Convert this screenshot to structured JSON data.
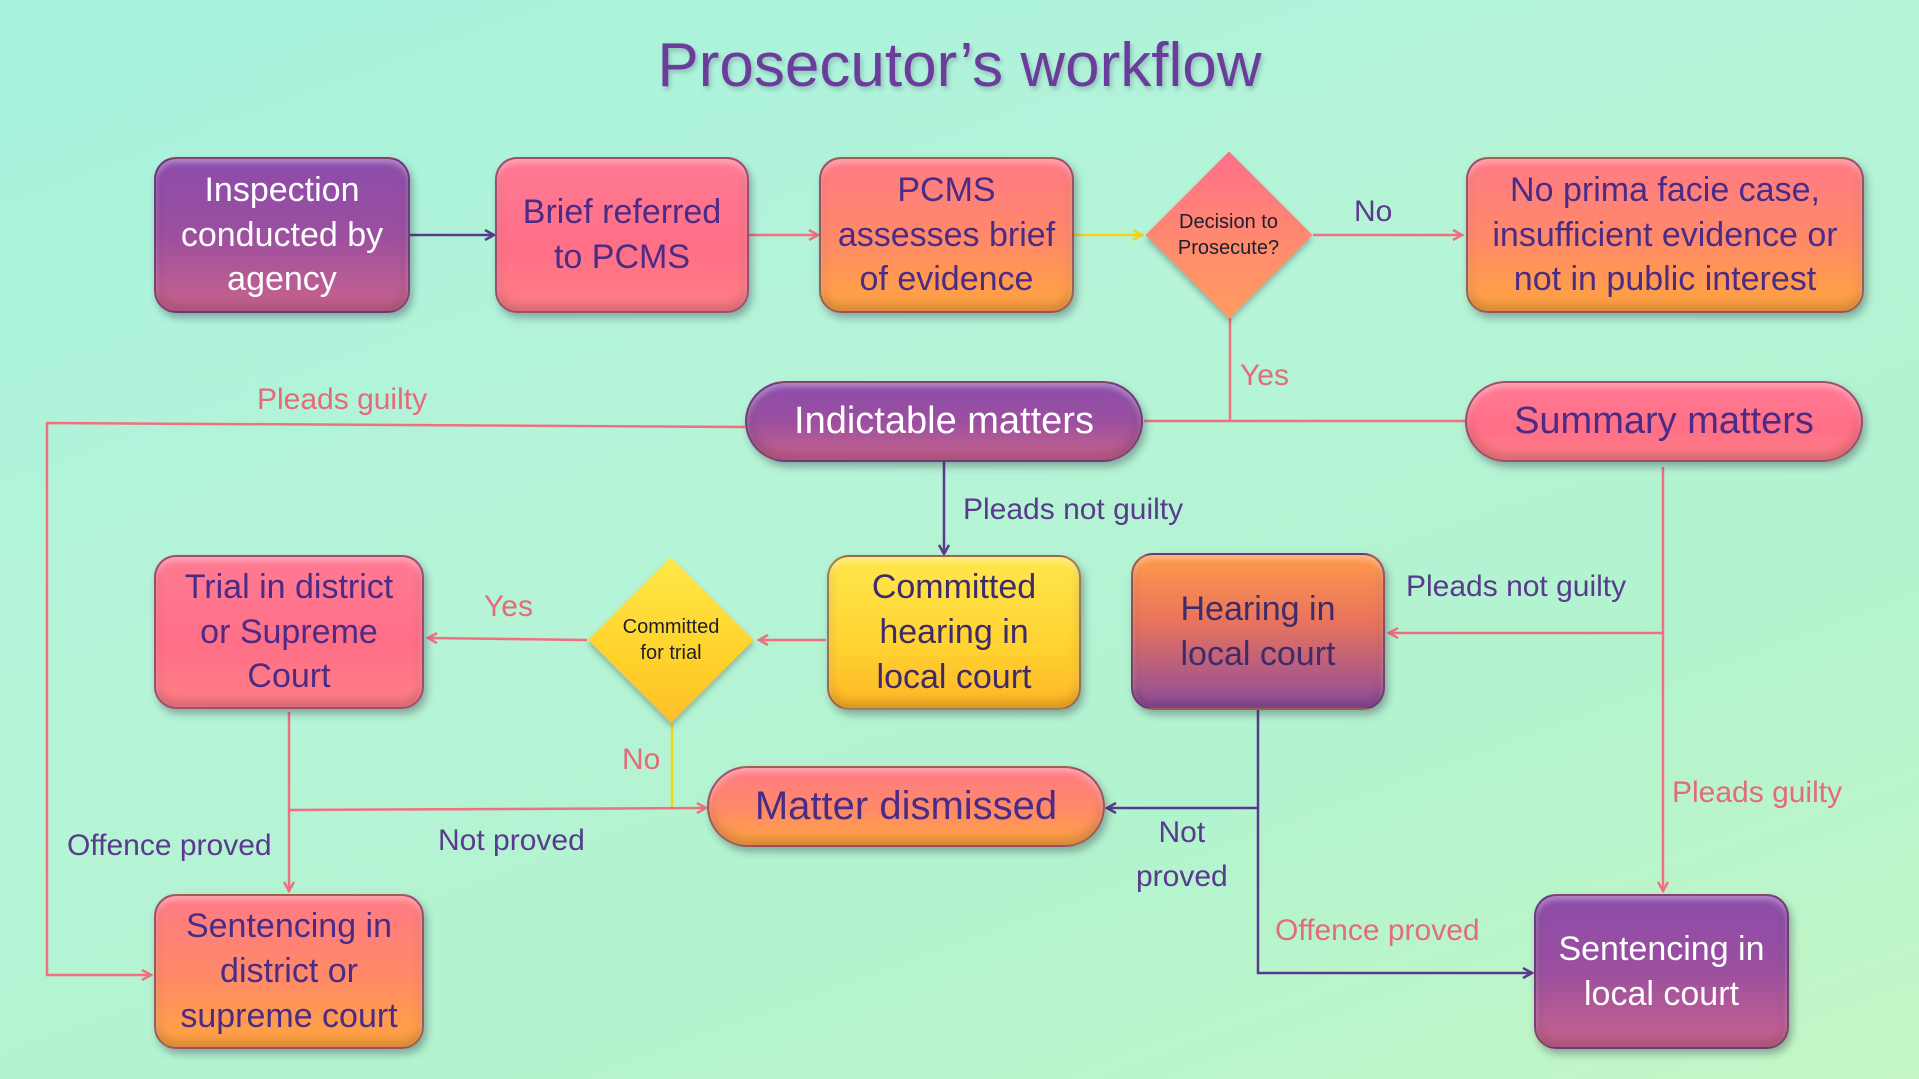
{
  "title": "Prosecutor’s workflow",
  "nodes": {
    "inspection": "Inspection\nconducted by\nagency",
    "brief_referred": "Brief referred\nto PCMS",
    "pcms_assesses": "PCMS\nassesses brief\nof evidence",
    "decision": "Decision to\nProsecute?",
    "no_prima_facie": "No prima facie case,\ninsufficient evidence or\nnot in public interest",
    "indictable": "Indictable matters",
    "summary": "Summary matters",
    "trial": "Trial in district\nor Supreme\nCourt",
    "committed_for_trial": "Committed\nfor trial",
    "committed_hearing": "Committed\nhearing in\nlocal court",
    "hearing_local": "Hearing in\nlocal court",
    "dismissed": "Matter dismissed",
    "sentencing_district": "Sentencing in\ndistrict or\nsupreme court",
    "sentencing_local": "Sentencing in\nlocal court"
  },
  "labels": {
    "no_decision": "No",
    "yes_decision": "Yes",
    "pleads_guilty_left": "Pleads guilty",
    "pleads_not_guilty_indictable": "Pleads not guilty",
    "pleads_not_guilty_summary": "Pleads not guilty",
    "pleads_guilty_summary": "Pleads guilty",
    "yes_trial": "Yes",
    "no_trial": "No",
    "offence_proved_left": "Offence proved",
    "not_proved_left": "Not proved",
    "not_proved_right": "Not\nproved",
    "offence_proved_right": "Offence proved"
  },
  "colors": {
    "title": "#6a3d9a",
    "pink_line": "#f07080",
    "purple_line": "#5a3a8c",
    "yellow_line": "#f2d21a"
  }
}
